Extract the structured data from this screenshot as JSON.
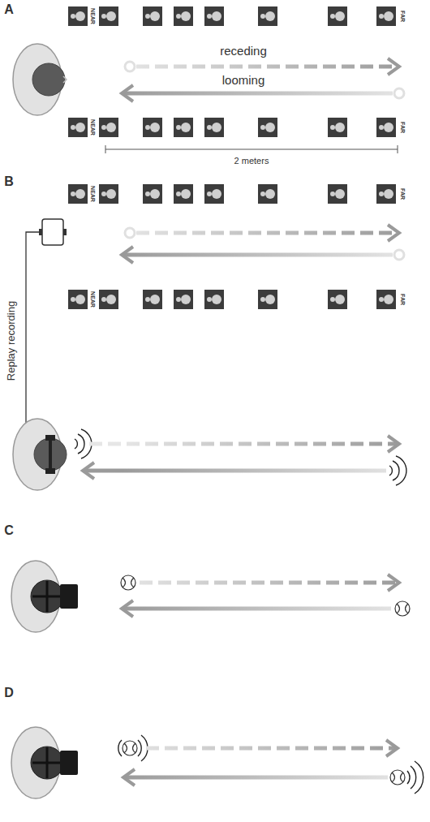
{
  "diagram": {
    "labels": [
      "A",
      "NEAR",
      "FAR",
      "receding",
      "looming",
      "NEAR",
      "FAR",
      "2 meters",
      "B",
      "NEAR",
      "FAR",
      "Replay recording",
      "NEAR",
      "FAR",
      "C",
      "D"
    ]
  }
}
